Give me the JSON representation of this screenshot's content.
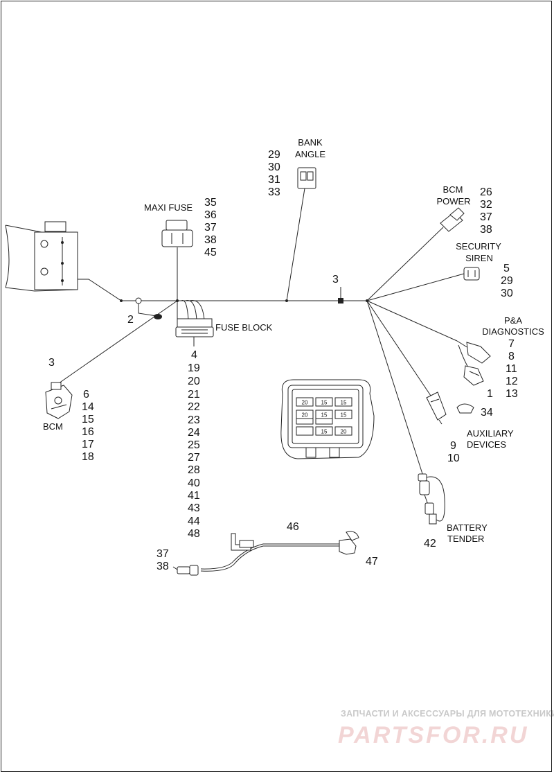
{
  "components": {
    "bank_angle": {
      "label_line1": "BANK",
      "label_line2": "ANGLE",
      "numbers": [
        "29",
        "30",
        "31",
        "33"
      ]
    },
    "maxi_fuse": {
      "label": "MAXI FUSE",
      "numbers": [
        "35",
        "36",
        "37",
        "38",
        "45"
      ]
    },
    "bcm_power": {
      "label_line1": "BCM",
      "label_line2": "POWER",
      "numbers": [
        "26",
        "32",
        "37",
        "38"
      ]
    },
    "security_siren": {
      "label_line1": "SECURITY",
      "label_line2": "SIREN",
      "numbers": [
        "5",
        "29",
        "30"
      ]
    },
    "pa_diagnostics": {
      "label_line1": "P&A",
      "label_line2": "DIAGNOSTICS",
      "numbers": [
        "7",
        "8",
        "11",
        "12",
        "13"
      ],
      "extra_number": "1"
    },
    "harness_clip": {
      "number": "3"
    },
    "ground_clip": {
      "number": "2"
    },
    "fuse_block": {
      "label": "FUSE BLOCK",
      "numbers": [
        "4",
        "19",
        "20",
        "21",
        "22",
        "23",
        "24",
        "25",
        "27",
        "28",
        "40",
        "41",
        "43",
        "44",
        "48"
      ]
    },
    "bcm": {
      "label": "BCM",
      "top_number": "3",
      "numbers": [
        "6",
        "14",
        "15",
        "16",
        "17",
        "18"
      ]
    },
    "auxiliary_devices": {
      "label_line1": "AUXILIARY",
      "label_line2": "DEVICES",
      "numbers": [
        "9",
        "10"
      ],
      "cap_number": "34"
    },
    "battery_tender": {
      "label_line1": "BATTERY",
      "label_line2": "TENDER",
      "number": "42"
    },
    "extension_harness": {
      "number": "46",
      "end_number": "47",
      "plug_numbers": [
        "37",
        "38"
      ]
    }
  },
  "fuse_detail": {
    "top_row": [
      "20",
      "15",
      "15"
    ],
    "mid_row": [
      "20",
      "15",
      "15"
    ],
    "bottom_row": [
      "15",
      "20"
    ]
  },
  "watermark": {
    "tagline": "ЗАПЧАСТИ И АКСЕССУАРЫ ДЛЯ МОТОТЕХНИКИ",
    "brand": "PARTSFOR.RU"
  }
}
